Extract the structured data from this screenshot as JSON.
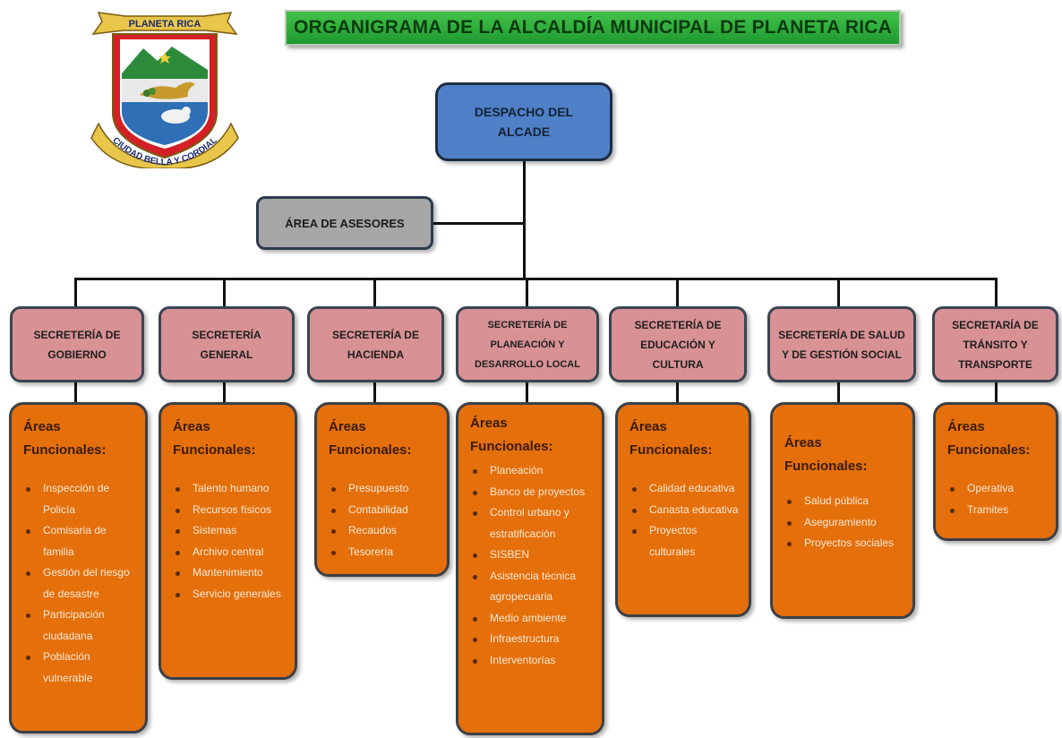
{
  "title": "ORGANIGRAMA DE LA ALCALDÍA MUNICIPAL DE PLANETA RICA",
  "logo": {
    "top_text": "PLANETA RICA",
    "ribbon_text": "CIUDAD BELLA Y CORDIAL"
  },
  "despacho": "DESPACHO DEL ALCADE",
  "asesores": "ÁREA DE ASESORES",
  "secretarias": [
    {
      "name": "SECRETERÍA DE GOBIERNO",
      "areas_title": "Áreas Funcionales:",
      "items": [
        "Inspección de Policía",
        "Comisaria de familia",
        "Gestión del riesgo de desastre",
        "Participación ciudadana",
        "Población vulnerable"
      ]
    },
    {
      "name": "SECRETERÍA GENERAL",
      "areas_title": "Áreas Funcionales:",
      "items": [
        "Talento humano",
        "Recursos físicos",
        "Sistemas",
        "Archivo central",
        "Mantenimiento",
        "Servicio generales"
      ]
    },
    {
      "name": "SECRETERÍA DE HACIENDA",
      "areas_title": "Áreas Funcionales:",
      "items": [
        "Presupuesto",
        "Contabilidad",
        "Recaudos",
        "Tesorería"
      ]
    },
    {
      "name": "SECRETERÍA DE PLANEACIÓN Y DESARROLLO LOCAL",
      "areas_title": "Áreas Funcionales:",
      "items": [
        "Planeación",
        "Banco de proyectos",
        "Control urbano y estratificación",
        "SISBEN",
        "Asistencia técnica agropecuaria",
        "Medio ambiente",
        "Infraestructura",
        "Interventorías"
      ]
    },
    {
      "name": "SECRETERÍA DE EDUCACIÓN Y CULTURA",
      "areas_title": "Áreas Funcionales:",
      "items": [
        "Calidad educativa",
        "Canasta educativa",
        "Proyectos culturales"
      ]
    },
    {
      "name": "SECRETERÍA DE SALUD Y DE GESTIÓN SOCIAL",
      "areas_title": "Áreas Funcionales:",
      "items": [
        "Salud pública",
        "Aseguramiento",
        "Proyectos sociales"
      ]
    },
    {
      "name": "SECRETARÍA DE TRÁNSITO Y TRANSPORTE",
      "areas_title": "Áreas Funcionales:",
      "items": [
        "Operativa",
        "Tramites"
      ]
    }
  ]
}
